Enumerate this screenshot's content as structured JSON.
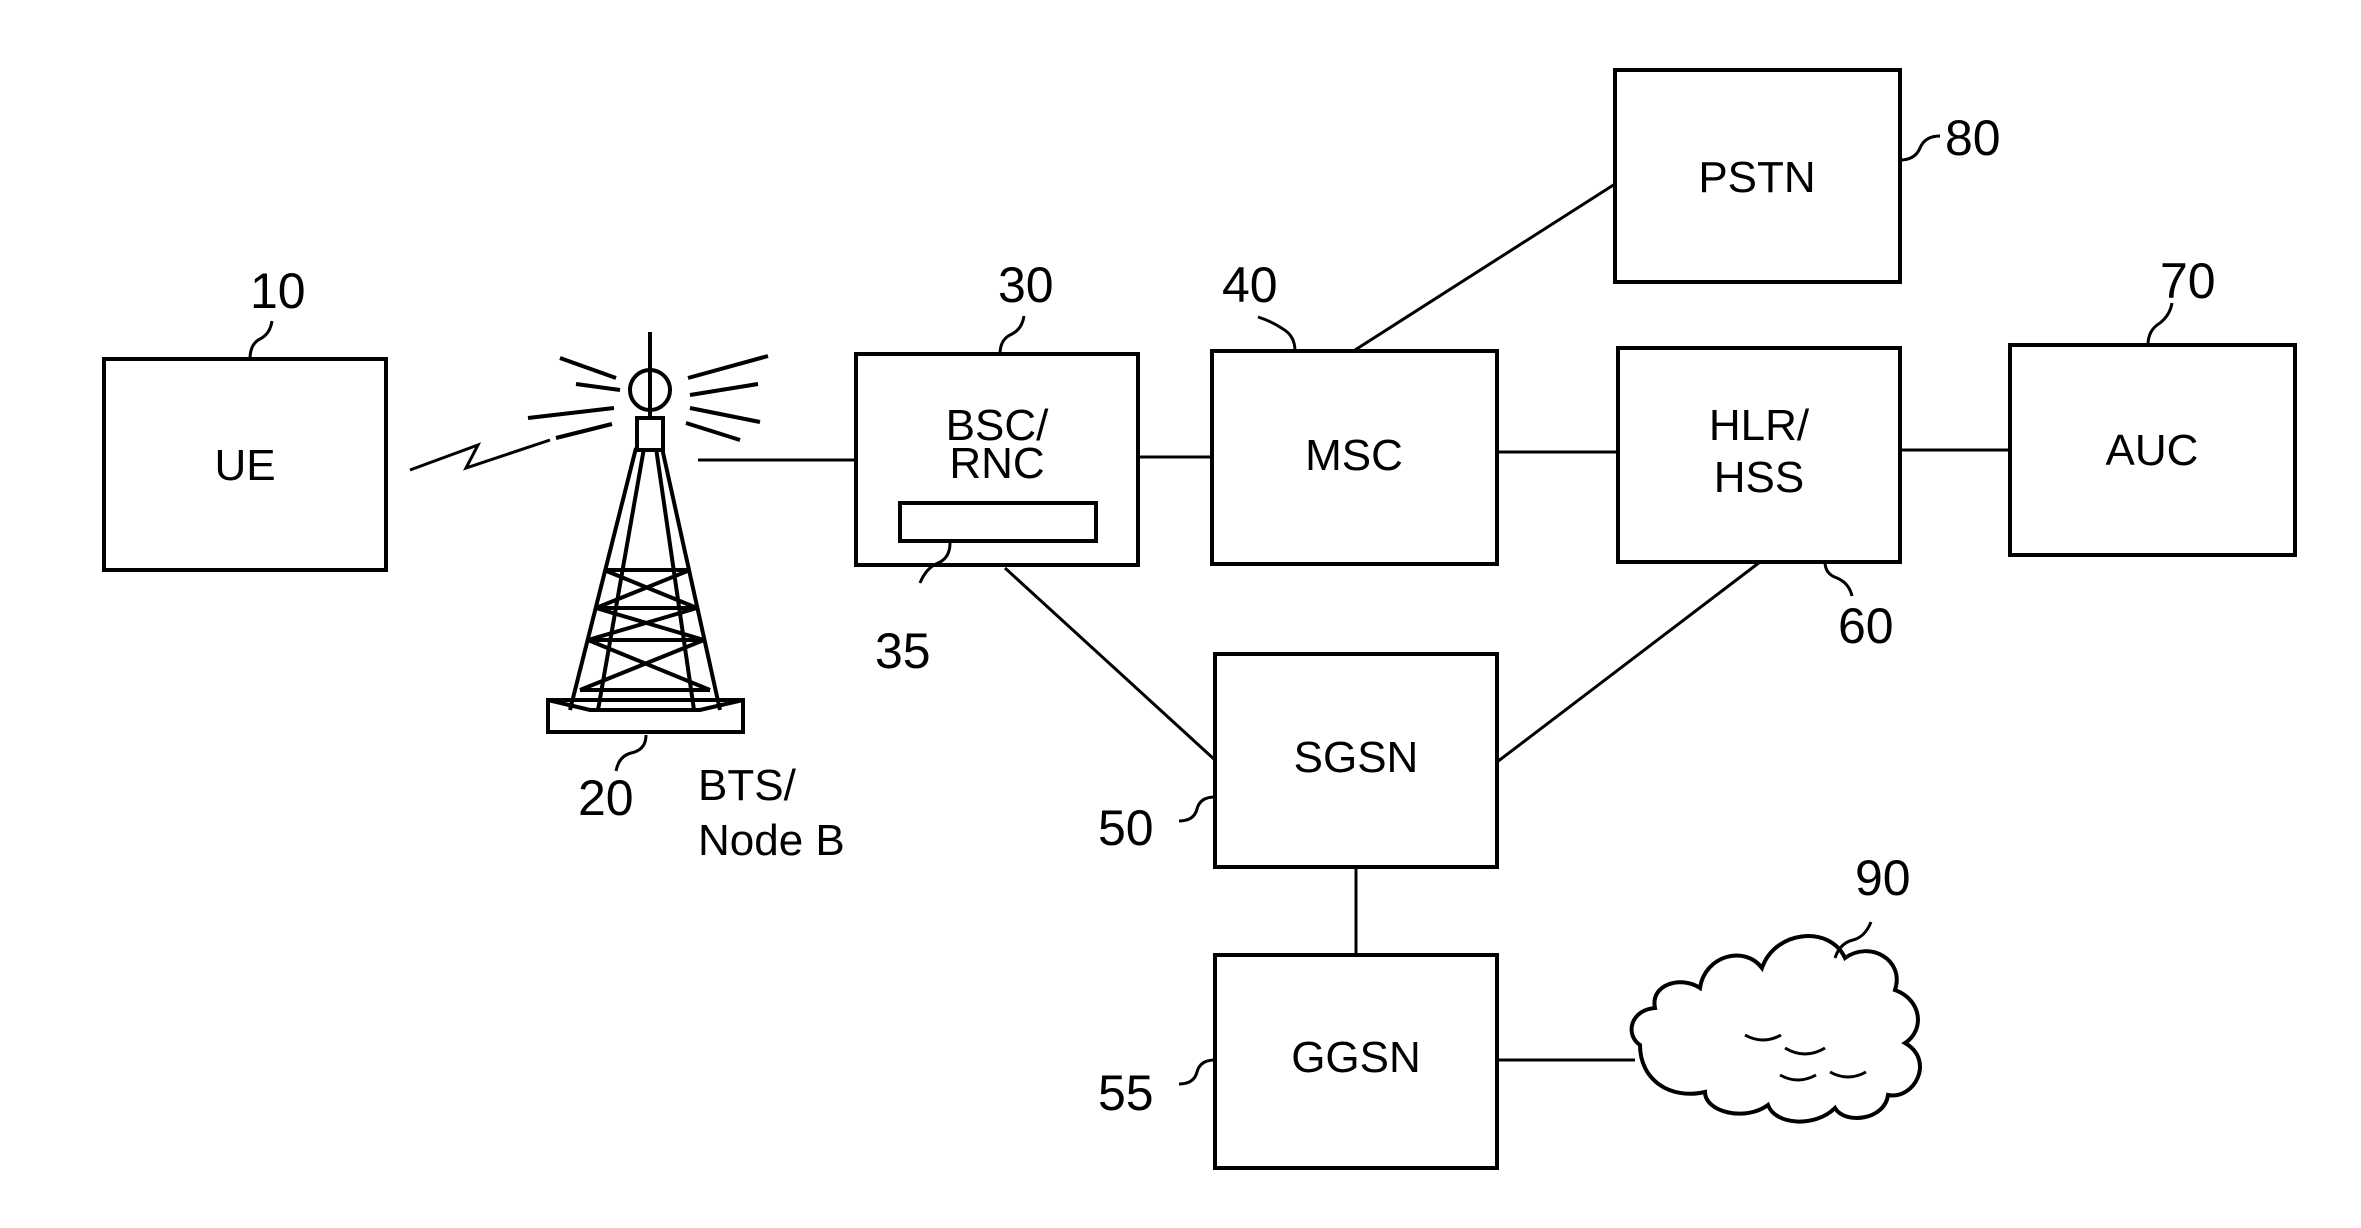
{
  "nodes": {
    "ue": {
      "label": "UE",
      "ref": "10"
    },
    "bts": {
      "label_line1": "BTS/",
      "label_line2": "Node B",
      "ref": "20"
    },
    "bsc": {
      "label_line1": "BSC/",
      "label_line2": "RNC",
      "ref": "30",
      "sub_ref": "35"
    },
    "msc": {
      "label": "MSC",
      "ref": "40"
    },
    "sgsn": {
      "label": "SGSN",
      "ref": "50"
    },
    "ggsn": {
      "label": "GGSN",
      "ref": "55"
    },
    "hlr": {
      "label_line1": "HLR/",
      "label_line2": "HSS",
      "ref": "60"
    },
    "auc": {
      "label": "AUC",
      "ref": "70"
    },
    "pstn": {
      "label": "PSTN",
      "ref": "80"
    },
    "cloud": {
      "ref": "90"
    }
  }
}
